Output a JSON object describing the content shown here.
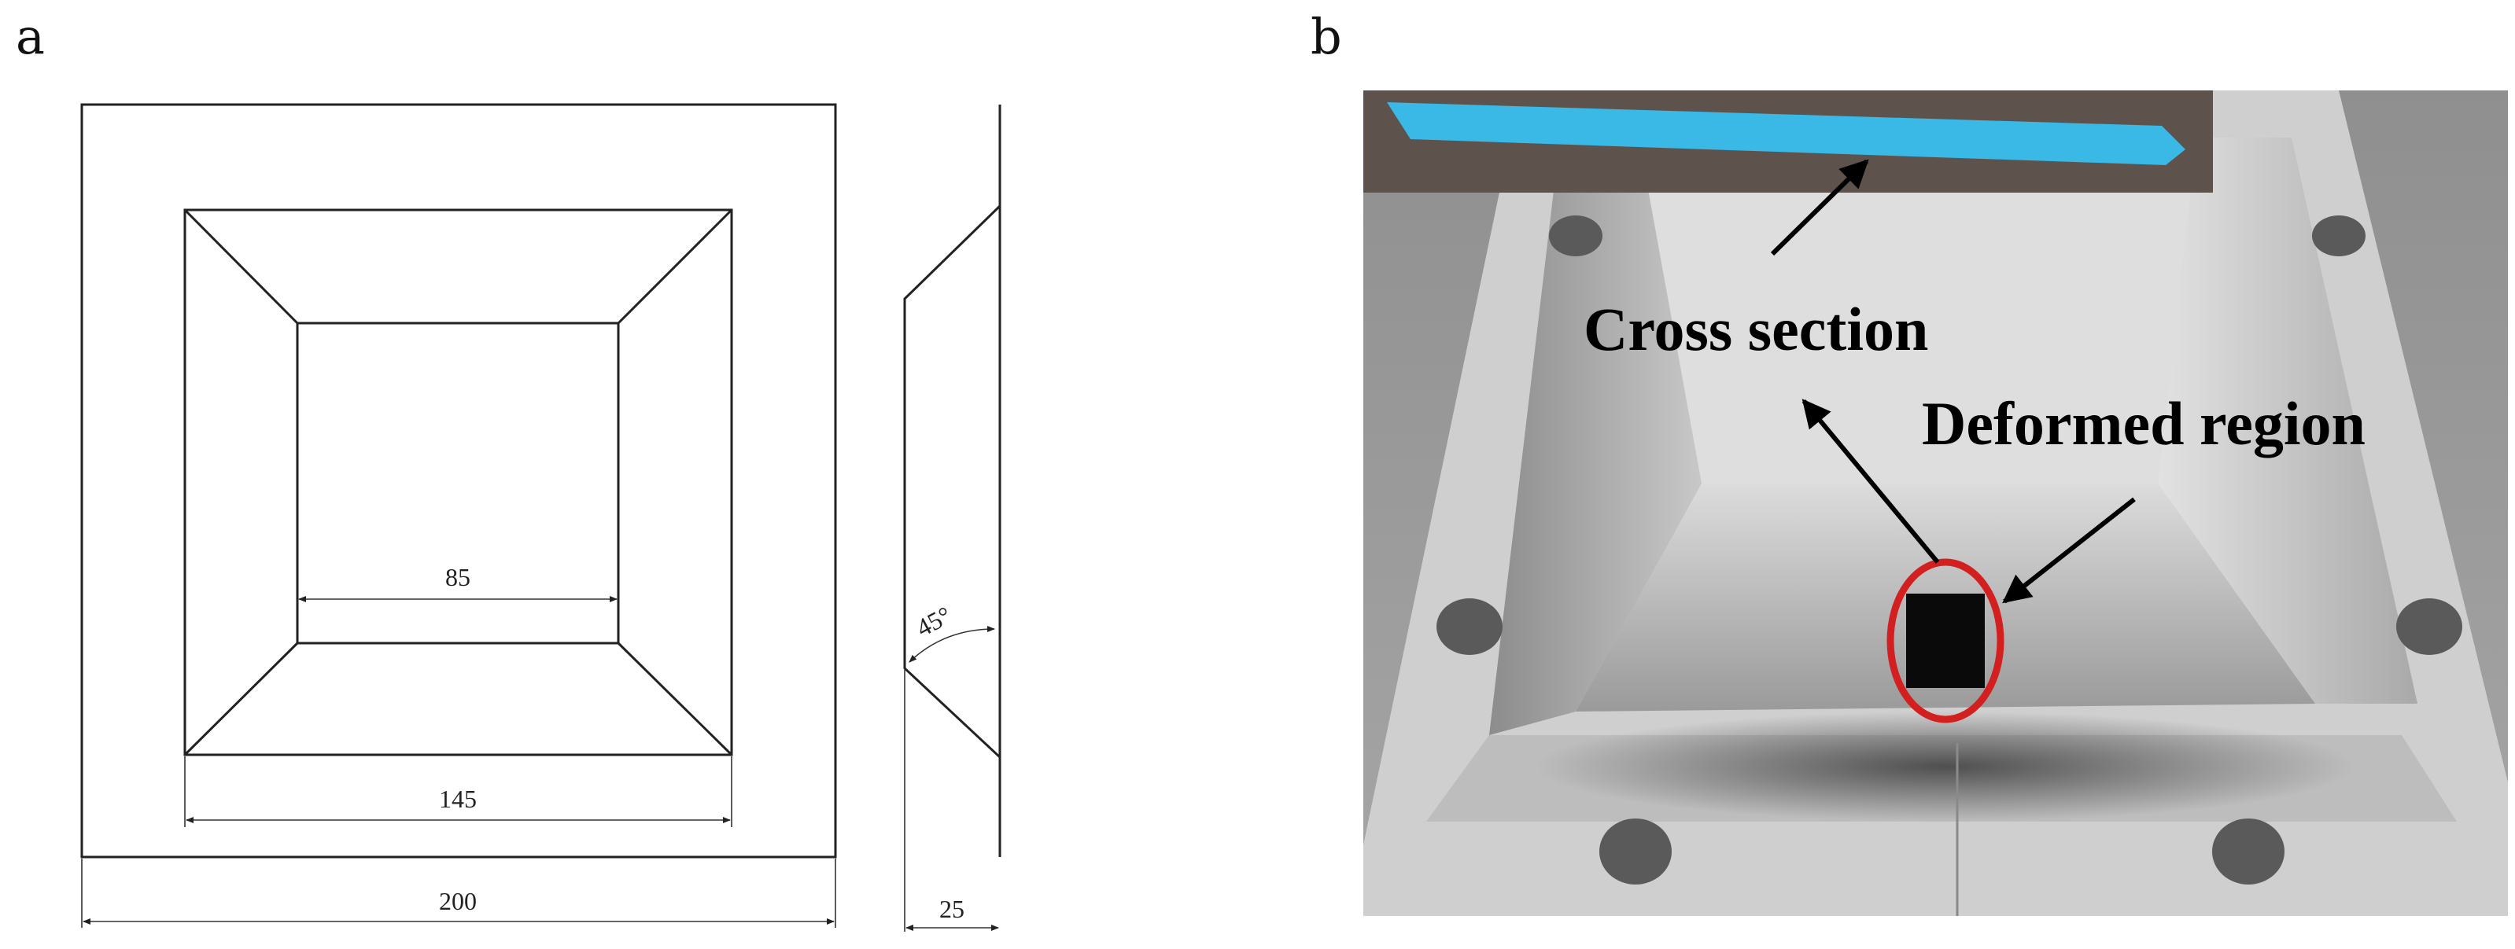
{
  "panels": {
    "a": {
      "label": "a"
    },
    "b": {
      "label": "b"
    }
  },
  "drawing": {
    "dimensions": {
      "inner_width": "85",
      "middle_width": "145",
      "outer_width": "200",
      "depth": "25",
      "angle": "45°"
    }
  },
  "photo": {
    "annotations": {
      "cross_section": "Cross section",
      "deformed_region": "Deformed region"
    },
    "colors": {
      "plate": "#cfcfcf",
      "cross_section_strip": "#3ab8e6",
      "marker_ring": "#d21f1f",
      "cutout": "#0a0a0a"
    }
  }
}
